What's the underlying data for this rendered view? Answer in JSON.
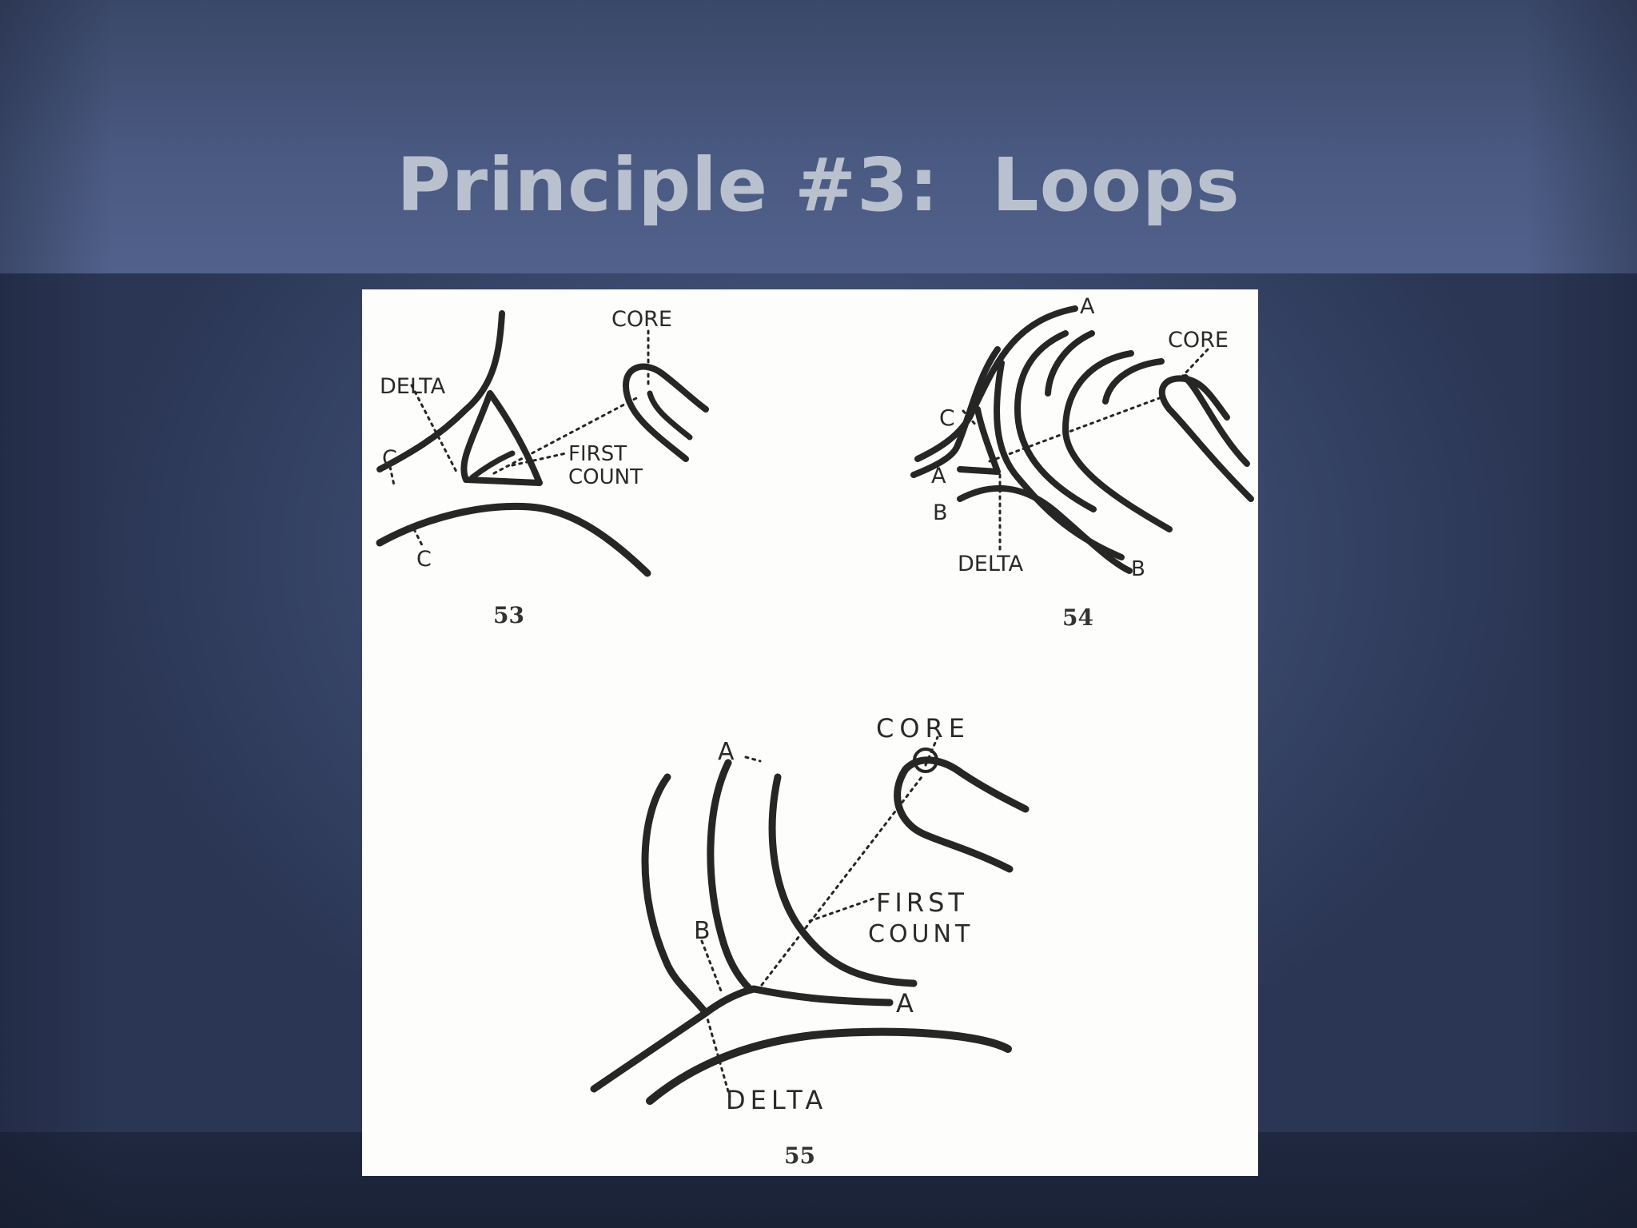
{
  "slide": {
    "title": "Principle #3:  Loops"
  },
  "figures": [
    {
      "number": "53",
      "labels": {
        "core": "CORE",
        "delta": "DELTA",
        "first": "FIRST",
        "count": "COUNT",
        "c_upper": "C",
        "c_lower": "C"
      }
    },
    {
      "number": "54",
      "labels": {
        "a_top": "A",
        "core": "CORE",
        "c": "C",
        "a_left": "A",
        "b_left": "B",
        "delta": "DELTA",
        "b_right": "B"
      }
    },
    {
      "number": "55",
      "labels": {
        "a_top": "A",
        "core": "CORE",
        "first": "FIRST",
        "count": "COUNT",
        "b": "B",
        "a_right": "A",
        "delta": "DELTA"
      }
    }
  ],
  "colors": {
    "background": "#3e4d73",
    "title": "#b9c1cf",
    "panel": "#fdfdfb",
    "ink": "#262626"
  }
}
